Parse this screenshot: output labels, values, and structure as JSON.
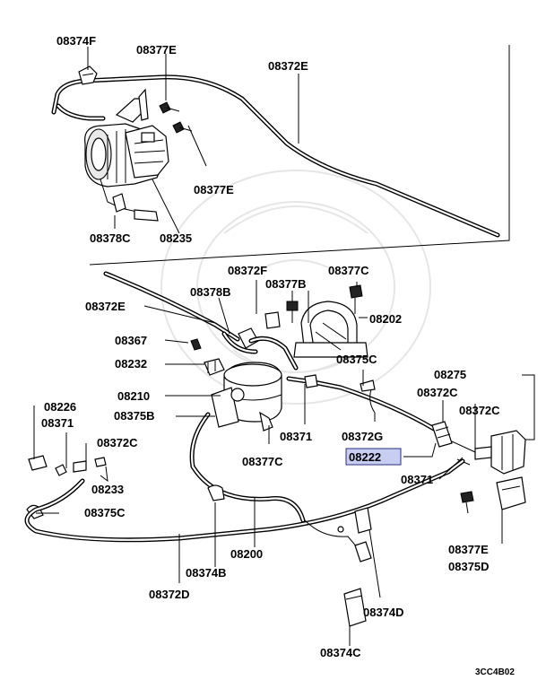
{
  "diagram": {
    "labels": {
      "l1": "08374F",
      "l2": "08377E",
      "l3": "08372E",
      "l4": "08377E",
      "l5": "08378C",
      "l6": "08235",
      "l7": "08372F",
      "l8": "08377C",
      "l9": "08372E",
      "l10": "08378B",
      "l11": "08377B",
      "l12": "08202",
      "l13": "08367",
      "l14": "08232",
      "l15": "08375C",
      "l16": "08275",
      "l17": "08210",
      "l18": "08372C",
      "l19": "08226",
      "l20": "08372C",
      "l21": "08371",
      "l22": "08375B",
      "l23": "08371",
      "l24": "08372G",
      "l25": "08372C",
      "l26": "08222",
      "l27": "08233",
      "l28": "08377C",
      "l29": "08371",
      "l30": "08375C",
      "l31": "08200",
      "l32": "08377E",
      "l33": "08375D",
      "l34": "08374B",
      "l35": "08372D",
      "l36": "08374D",
      "l37": "08374C"
    },
    "figure_code": "3CC4B02",
    "highlighted_label": "08222",
    "colors": {
      "highlight_fill": "#c8cdf2",
      "highlight_stroke": "#2a2f7a",
      "ink": "#000000"
    }
  }
}
